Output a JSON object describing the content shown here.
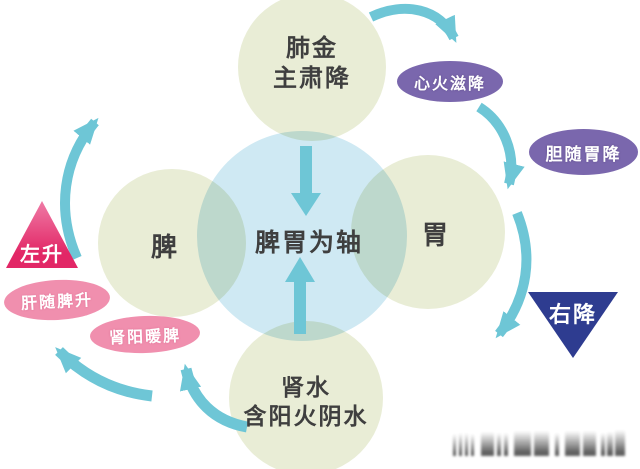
{
  "diagram": {
    "center": {
      "label": "脾胃为轴"
    },
    "nodes": {
      "lung": {
        "line1": "肺金",
        "line2": "主肃降"
      },
      "spleen": {
        "label": "脾"
      },
      "stomach": {
        "label": "胃"
      },
      "kidney": {
        "line1": "肾水",
        "line2": "含阳火阴水"
      }
    },
    "badges": {
      "heart": "心火滋降",
      "gallbladder": "胆随胃降",
      "liver": "肝随脾升",
      "kidney_yang": "肾阳暖脾"
    },
    "triangles": {
      "left_ascend": "左升",
      "right_descend": "右降"
    },
    "colors": {
      "circle_pale": "#e9edd6",
      "circle_blue": "#cfe9f3",
      "arrow": "#6ec6d6",
      "badge_purple": "#7a67ad",
      "badge_pink": "#f08fae",
      "triangle_magenta": "#e22766",
      "triangle_navy": "#2e3c90",
      "text": "#3f3f3f"
    }
  }
}
